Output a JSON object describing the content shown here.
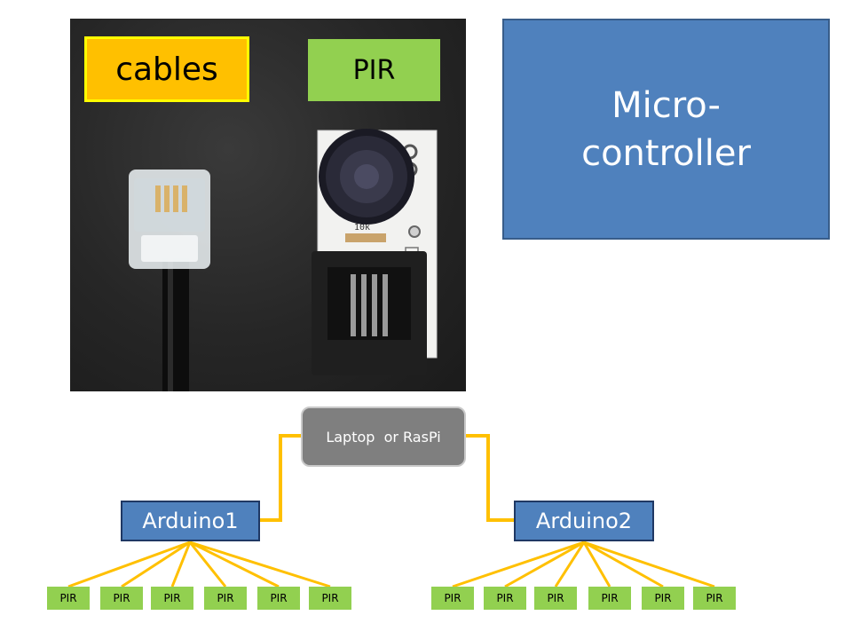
{
  "photo": {
    "cables_label": "cables",
    "pir_label": "PIR",
    "pcb_resistor_text": "10k"
  },
  "microcontroller": {
    "line1": "Micro-",
    "line2": "controller"
  },
  "network": {
    "hub_label": "Laptop  or RasPi",
    "arduino1_label": "Arduino1",
    "arduino2_label": "Arduino2",
    "arduino1_sensors": [
      "PIR",
      "PIR",
      "PIR",
      "PIR",
      "PIR",
      "PIR"
    ],
    "arduino2_sensors": [
      "PIR",
      "PIR",
      "PIR",
      "PIR",
      "PIR",
      "PIR"
    ],
    "connector_color": "#ffc000"
  },
  "colors": {
    "cables_fill": "#ffc000",
    "pir_fill": "#92d050",
    "micro_fill": "#4f81bd",
    "hub_fill": "#7f7f7f",
    "arduino_fill": "#4f81bd"
  }
}
